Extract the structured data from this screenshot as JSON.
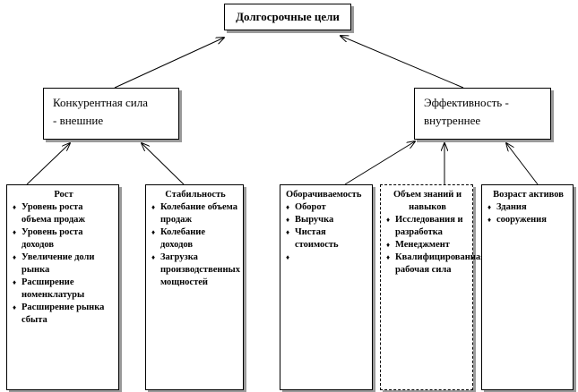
{
  "root": {
    "label": "Долгосрочные цели"
  },
  "competitive": {
    "label_line1": "Конкурентная сила",
    "label_line2": "- внешние"
  },
  "efficiency": {
    "label_line1": "Эффективность -",
    "label_line2": "внутреннее"
  },
  "leaves": {
    "growth": {
      "title": "Рост",
      "items": [
        "Уровень роста объема продаж",
        "Уровень роста доходов",
        "Увеличение доли рынка",
        "Расширение номенклатуры",
        "Расширение рынка сбыта"
      ]
    },
    "stability": {
      "title": "Стабильность",
      "items": [
        "Колебание объема продаж",
        "Колебание доходов",
        "Загрузка производственных мощностей"
      ]
    },
    "turnover": {
      "title": "Оборачиваемость",
      "items": [
        "Оборот",
        "Выручка",
        "Чистая стоимость",
        ""
      ]
    },
    "knowledge": {
      "title": "Объем знаний и навыков",
      "items": [
        "Исследования и разработка",
        "Менеджмент",
        "Квалифицированная рабочая сила"
      ]
    },
    "age": {
      "title": "Возраст активов",
      "items": [
        "Здания",
        "сооружения"
      ]
    }
  }
}
